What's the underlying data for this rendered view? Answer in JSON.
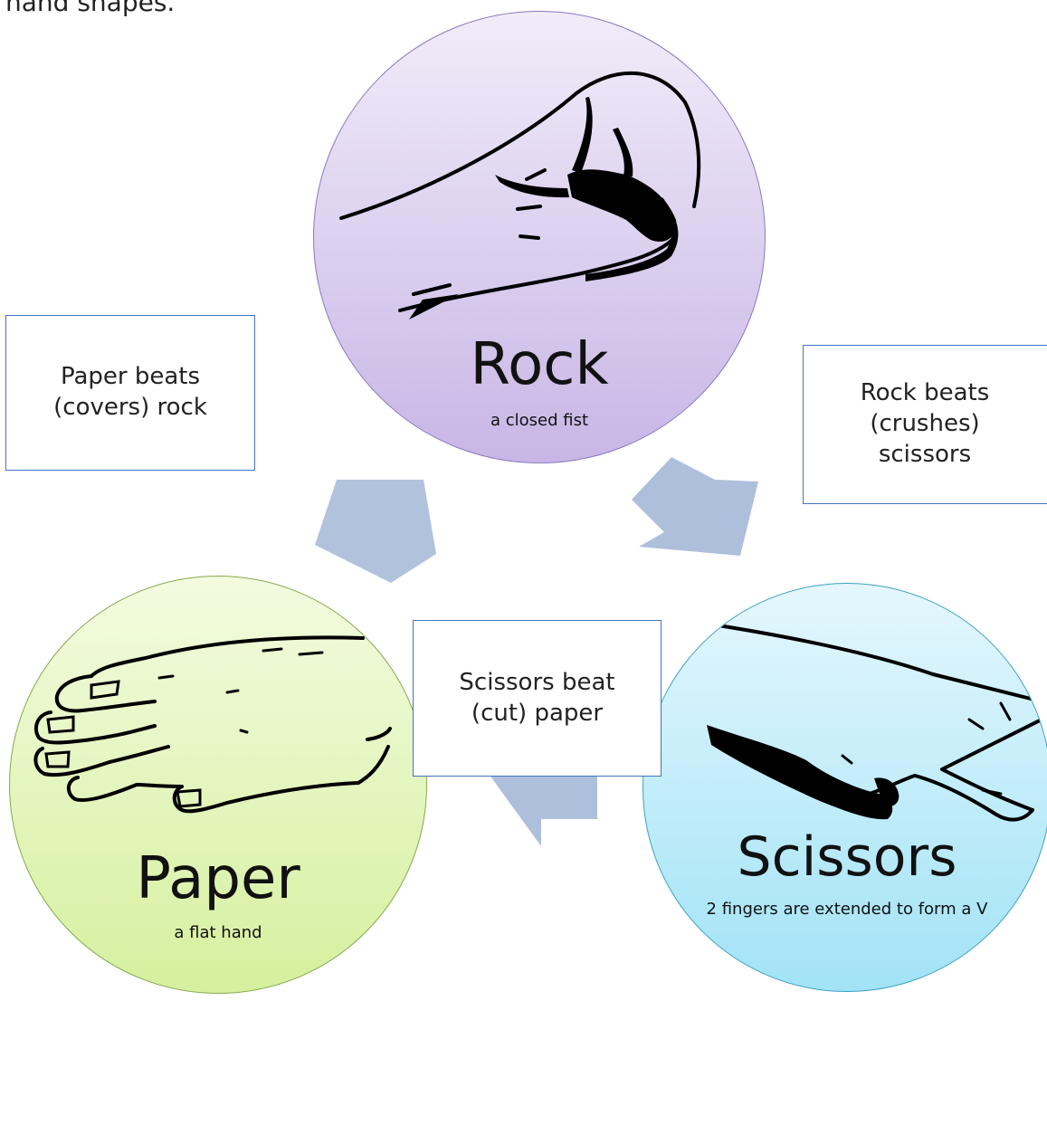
{
  "intro_text": "hand shapes.",
  "rock": {
    "title": "Rock",
    "subtitle": "a closed fist"
  },
  "paper": {
    "title": "Paper",
    "subtitle": "a flat hand"
  },
  "scissors": {
    "title": "Scissors",
    "subtitle": "2 fingers are extended to form a V"
  },
  "rules": {
    "paper_beats_rock": "Paper beats\n(covers) rock",
    "rock_beats_scissors": "Rock beats\n(crushes)\nscissors",
    "scissors_beat_paper": "Scissors beat\n(cut) paper"
  },
  "icons": {
    "rock": "closed-fist-icon",
    "paper": "flat-hand-icon",
    "scissors": "v-sign-hand-icon",
    "arrows": "cycle-arrow-icon"
  },
  "colors": {
    "rock_fill": "#c8b6e6",
    "paper_fill": "#d5f09f",
    "scissors_fill": "#a2e3f6",
    "arrow": "#adbfdb",
    "box_border": "#4472c4"
  }
}
